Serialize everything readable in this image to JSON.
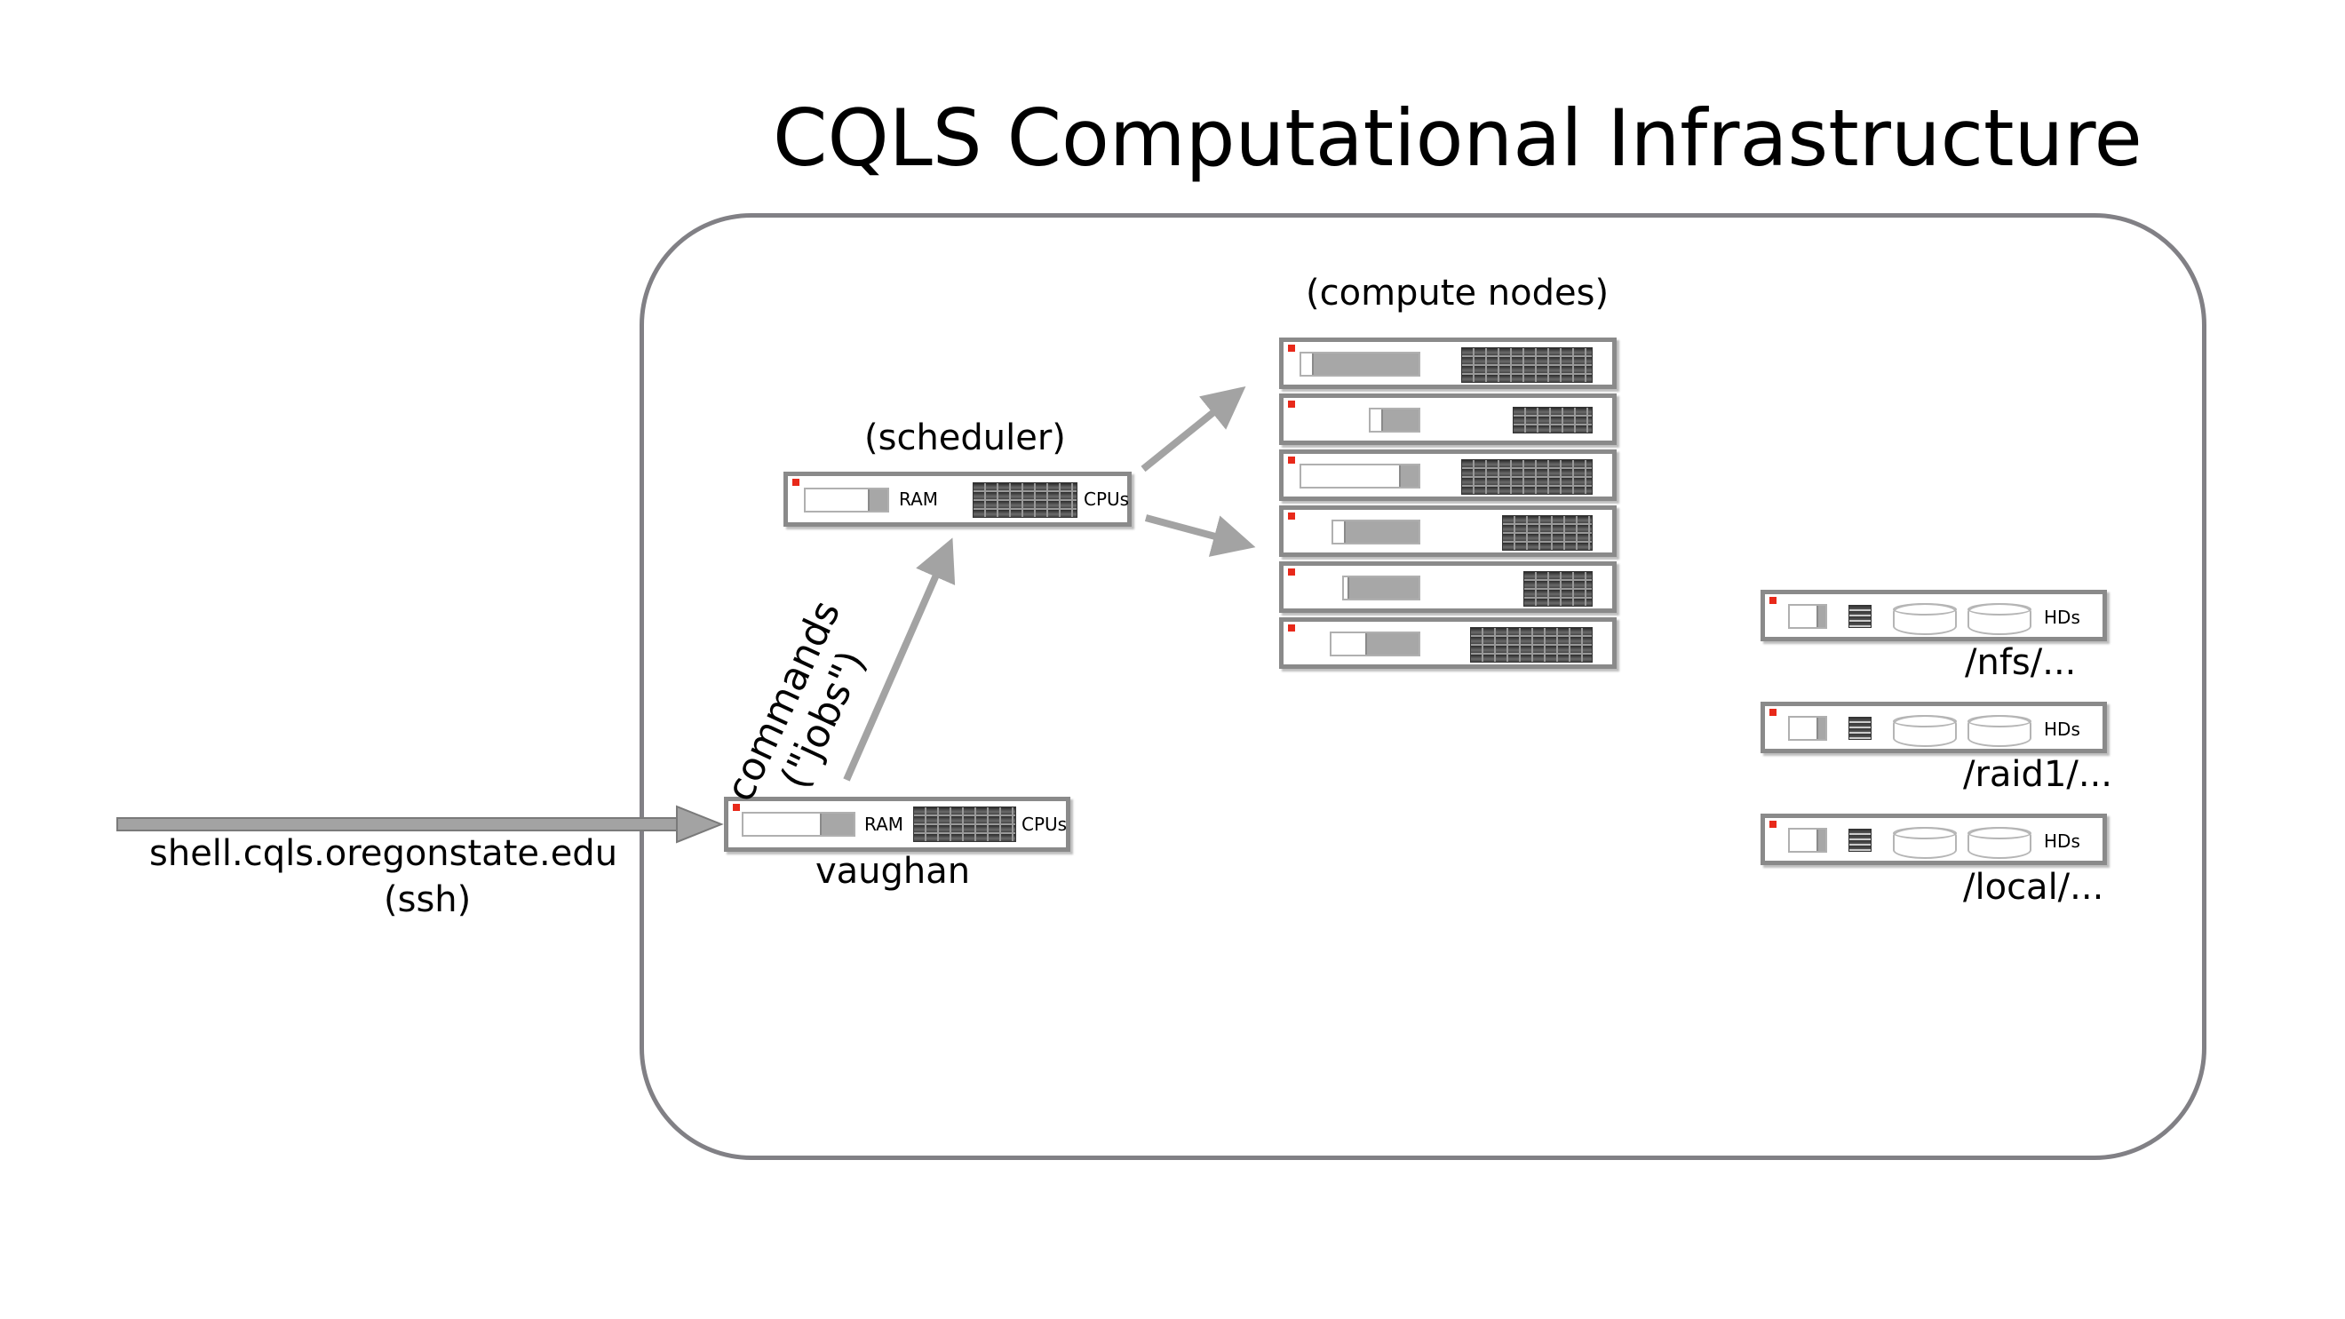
{
  "title": "CQLS Computational Infrastructure",
  "labels": {
    "compute_nodes": "(compute nodes)",
    "scheduler": "(scheduler)",
    "vaughan": "vaughan",
    "entry_host": "shell.cqls.oregonstate.edu",
    "entry_protocol": "(ssh)",
    "commands_line1": "commands",
    "commands_line2": "(\"jobs\")"
  },
  "server_tags": {
    "ram": "RAM",
    "cpus": "CPUs",
    "hds": "HDs"
  },
  "storage": [
    {
      "path": "/nfs/..."
    },
    {
      "path": "/raid1/..."
    },
    {
      "path": "/local/..."
    }
  ],
  "colors": {
    "frame": "#818085",
    "arrow": "#a3a3a3",
    "led": "#e8291a",
    "server_border": "#8a8a8a"
  }
}
